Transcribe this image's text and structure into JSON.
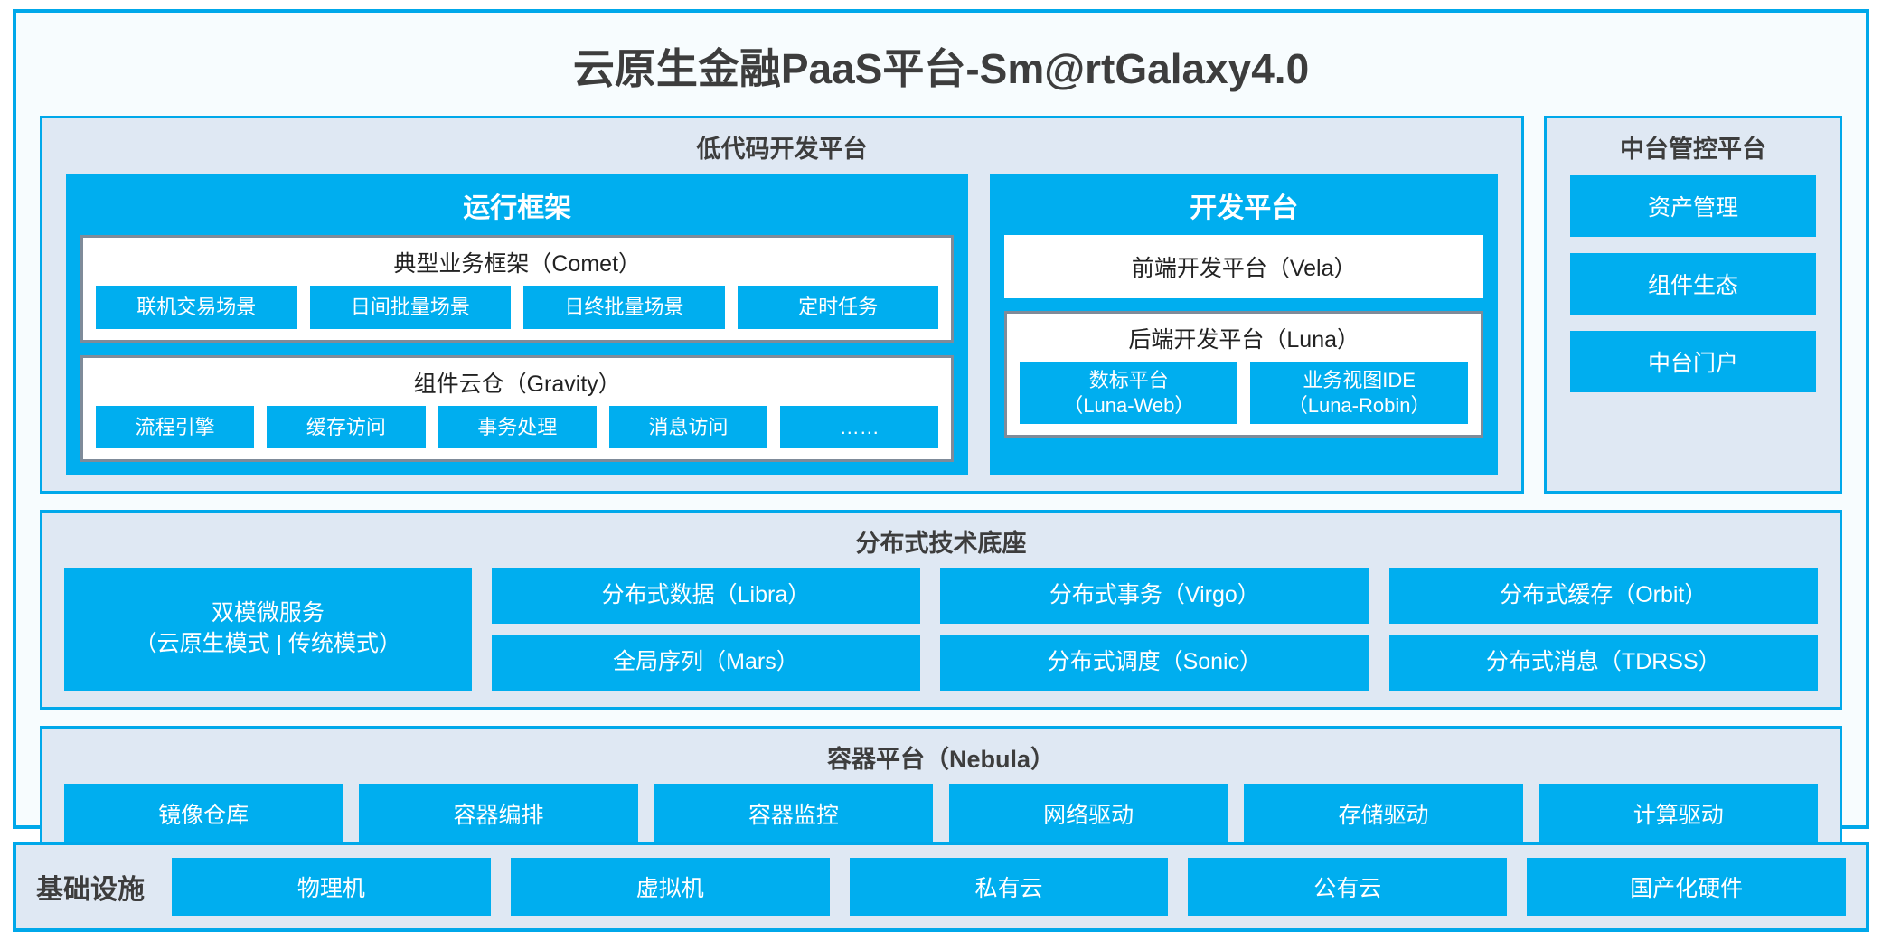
{
  "title": "云原生金融PaaS平台-Sm@rtGalaxy4.0",
  "colors": {
    "accent": "#00aeef",
    "border": "#00a8ea",
    "panel_bg": "#dfe8f3",
    "page_bg": "#f7fcfe",
    "inner_border": "#7f8b99",
    "text_dark": "#3d3d3d"
  },
  "lowcode": {
    "title": "低代码开发平台",
    "runtime": {
      "title": "运行框架",
      "groups": [
        {
          "title": "典型业务框架（Comet）",
          "chips": [
            "联机交易场景",
            "日间批量场景",
            "日终批量场景",
            "定时任务"
          ]
        },
        {
          "title": "组件云仓（Gravity）",
          "chips": [
            "流程引擎",
            "缓存访问",
            "事务处理",
            "消息访问",
            "……"
          ]
        }
      ]
    },
    "devplatform": {
      "title": "开发平台",
      "frontend": "前端开发平台（Vela）",
      "backend": {
        "title": "后端开发平台（Luna）",
        "chips": [
          {
            "line1": "数标平台",
            "line2": "（Luna-Web）"
          },
          {
            "line1": "业务视图IDE",
            "line2": "（Luna-Robin）"
          }
        ]
      }
    }
  },
  "mgmt": {
    "title": "中台管控平台",
    "items": [
      "资产管理",
      "组件生态",
      "中台门户"
    ]
  },
  "tech": {
    "title": "分布式技术底座",
    "microservice": {
      "line1": "双模微服务",
      "line2": "（云原生模式 | 传统模式）"
    },
    "columns": [
      [
        "分布式数据（Libra）",
        "全局序列（Mars）"
      ],
      [
        "分布式事务（Virgo）",
        "分布式调度（Sonic）"
      ],
      [
        "分布式缓存（Orbit）",
        "分布式消息（TDRSS）"
      ]
    ]
  },
  "container": {
    "title": "容器平台（Nebula）",
    "items": [
      "镜像仓库",
      "容器编排",
      "容器监控",
      "网络驱动",
      "存储驱动",
      "计算驱动"
    ]
  },
  "infra": {
    "label": "基础设施",
    "items": [
      "物理机",
      "虚拟机",
      "私有云",
      "公有云",
      "国产化硬件"
    ]
  }
}
